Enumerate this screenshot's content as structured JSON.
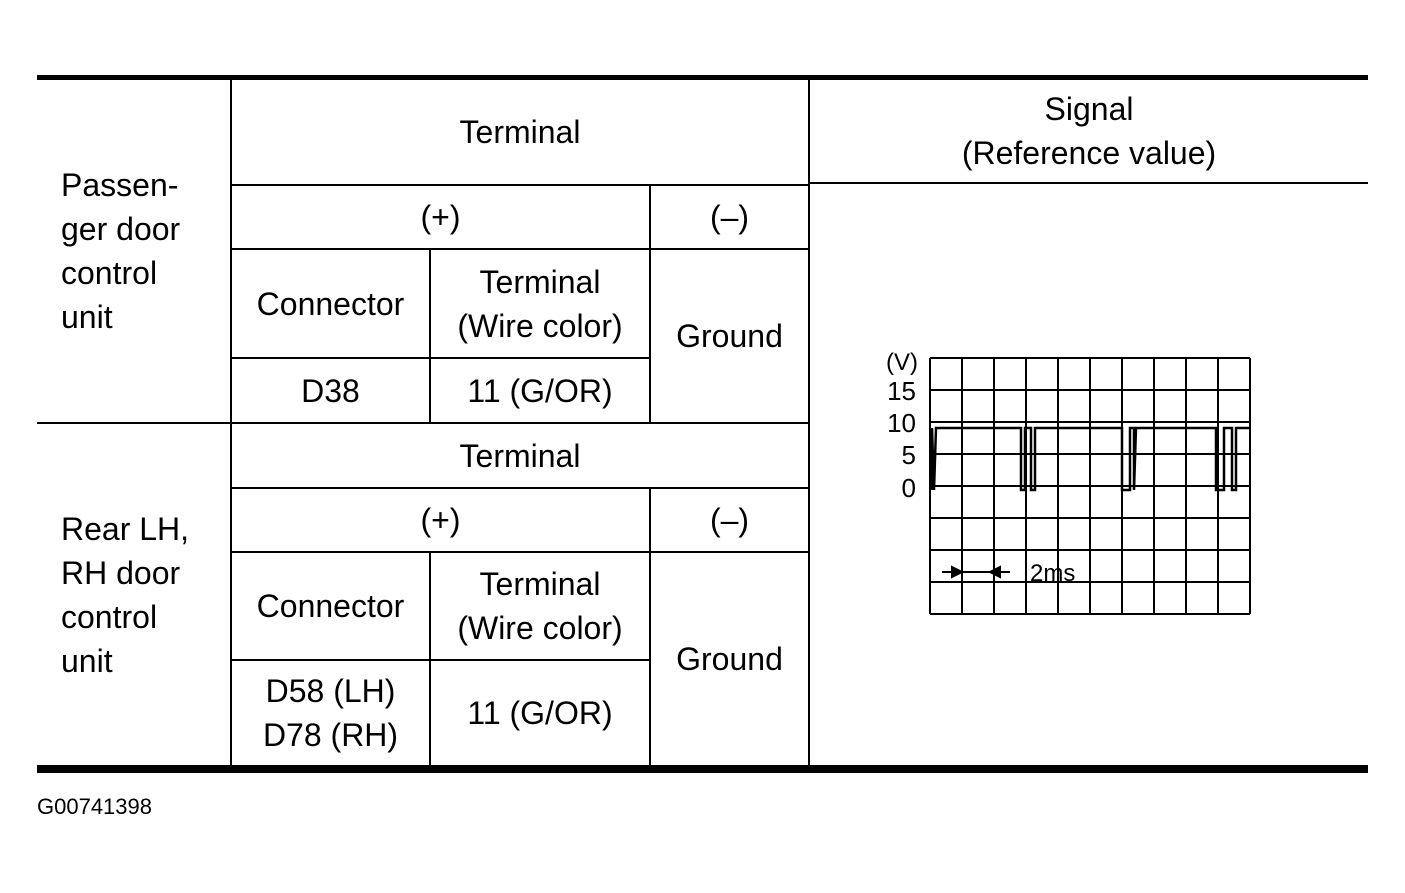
{
  "table": {
    "signal_header": "Signal\n(Reference value)",
    "passenger": {
      "unit_label": "Passen-\nger door\ncontrol\nunit",
      "terminal_header": "Terminal",
      "plus": "(+)",
      "minus": "(–)",
      "connector_header": "Connector",
      "terminal_wire_header": "Terminal\n(Wire color)",
      "ground": "Ground",
      "connector": "D38",
      "terminal_value": "11 (G/OR)"
    },
    "rear": {
      "unit_label": "Rear LH,\nRH  door\ncontrol\nunit",
      "terminal_header": "Terminal",
      "plus": "(+)",
      "minus": "(–)",
      "connector_header": "Connector",
      "terminal_wire_header": "Terminal\n(Wire color)",
      "ground": "Ground",
      "connector": "D58 (LH)\nD78 (RH)",
      "terminal_value": "11 (G/OR)"
    }
  },
  "scope": {
    "unit_label": "(V)",
    "y_ticks": [
      "15",
      "10",
      "5",
      "0"
    ],
    "time_label": "2ms"
  },
  "figure_id": "G00741398"
}
